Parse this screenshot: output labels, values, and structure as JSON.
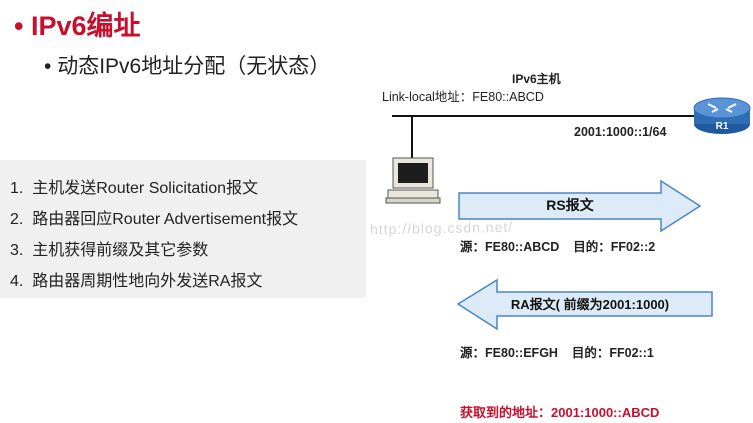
{
  "title": {
    "bullet": "•",
    "text": "IPv6编址"
  },
  "subtitle": {
    "bullet": "•",
    "text": "动态IPv6地址分配（无状态）"
  },
  "steps": [
    {
      "num": "1.",
      "text": "主机发送Router Solicitation报文"
    },
    {
      "num": "2.",
      "text": "路由器回应Router Advertisement报文"
    },
    {
      "num": "3.",
      "text": "主机获得前缀及其它参数"
    },
    {
      "num": "4.",
      "text": "路由器周期性地向外发送RA报文"
    }
  ],
  "diagram": {
    "host_label": "IPv6主机",
    "link_local": "Link-local地址：FE80::ABCD",
    "router_label": "R1",
    "router_addr": "2001:1000::1/64",
    "rs": {
      "label": "RS报文",
      "src_label": "源：",
      "src": "FE80::ABCD",
      "dst_label": "目的：",
      "dst": "FF02::2"
    },
    "ra": {
      "label": "RA报文( 前缀为2001:1000)",
      "src_label": "源：",
      "src": "FE80::EFGH",
      "dst_label": "目的：",
      "dst": "FF02::1"
    },
    "result": "获取到的地址：2001:1000::ABCD"
  },
  "watermark": "http://blog.csdn.net/",
  "colors": {
    "accent_red": "#c8102e",
    "arrow_fill": "#dcebf7",
    "arrow_stroke": "#4a86c5",
    "router_blue": "#2f6db5"
  }
}
